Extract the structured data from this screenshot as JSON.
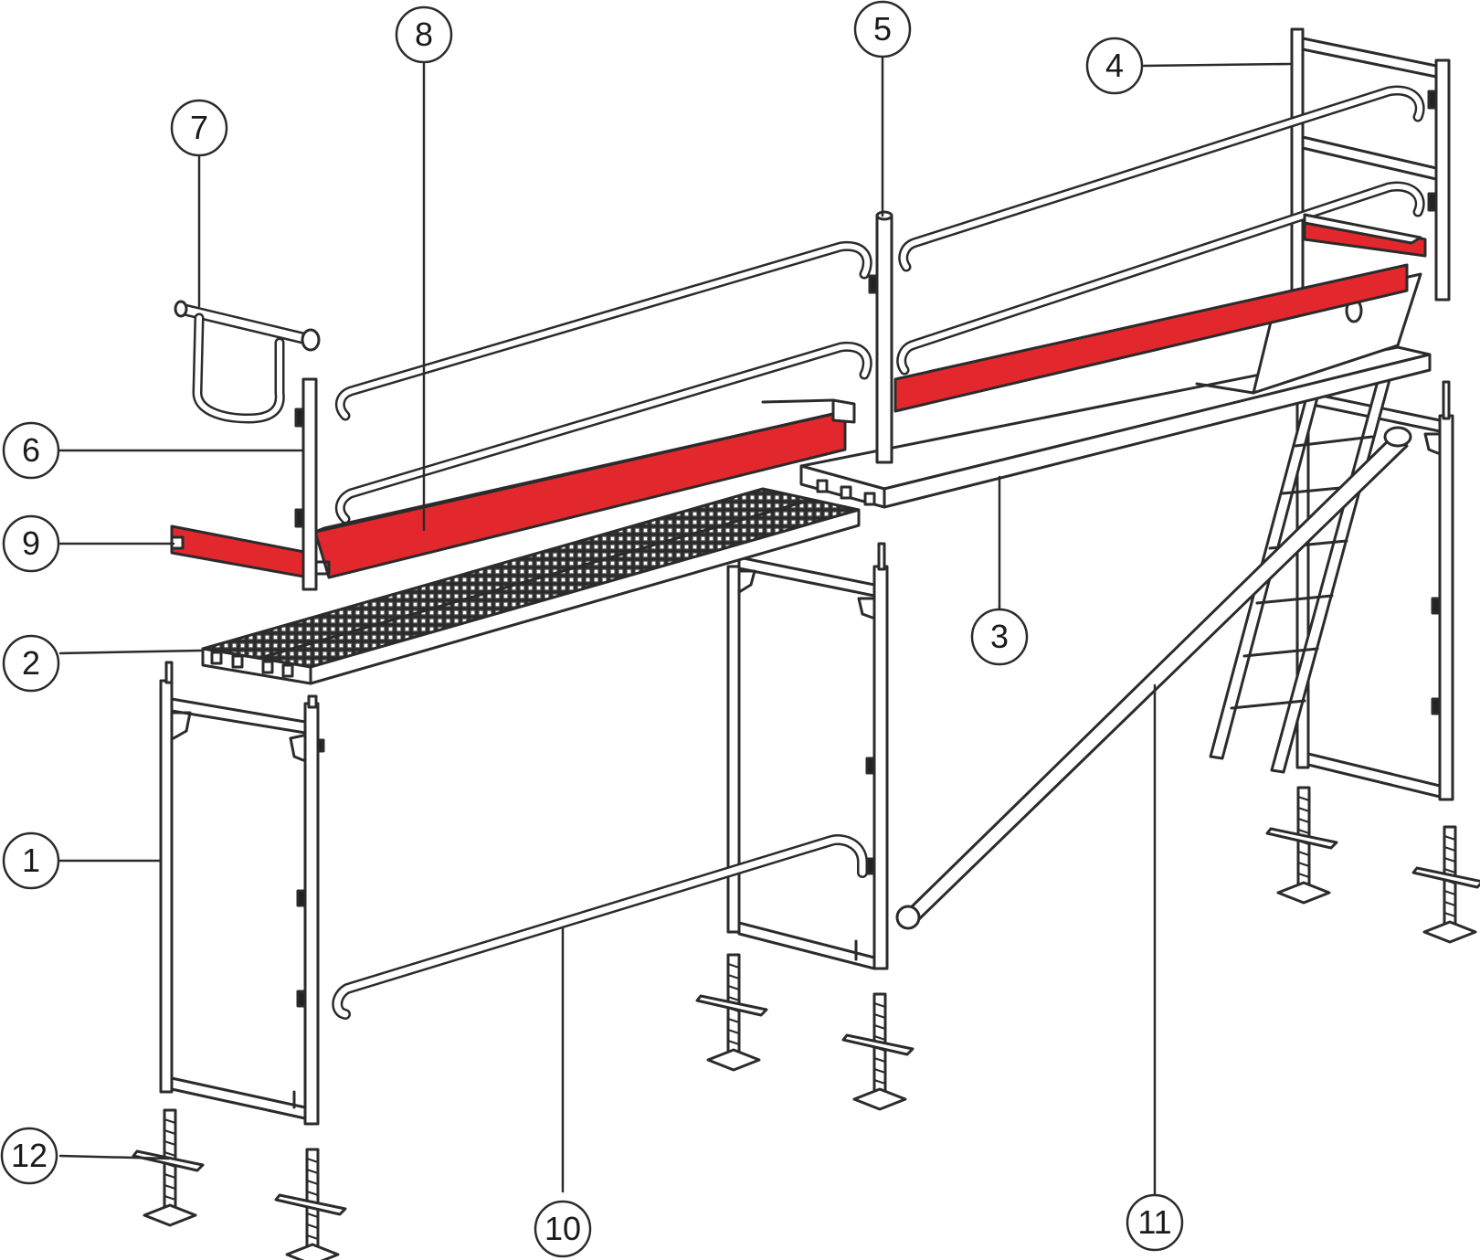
{
  "colors": {
    "line": "#2b2b2b",
    "accent": "#e3282d",
    "background": "#ffffff",
    "fill": "#ffffff"
  },
  "callouts": [
    {
      "id": "1",
      "label": "1"
    },
    {
      "id": "2",
      "label": "2"
    },
    {
      "id": "3",
      "label": "3"
    },
    {
      "id": "4",
      "label": "4"
    },
    {
      "id": "5",
      "label": "5"
    },
    {
      "id": "6",
      "label": "6"
    },
    {
      "id": "7",
      "label": "7"
    },
    {
      "id": "8",
      "label": "8"
    },
    {
      "id": "9",
      "label": "9"
    },
    {
      "id": "10",
      "label": "10"
    },
    {
      "id": "11",
      "label": "11"
    },
    {
      "id": "12",
      "label": "12"
    }
  ]
}
